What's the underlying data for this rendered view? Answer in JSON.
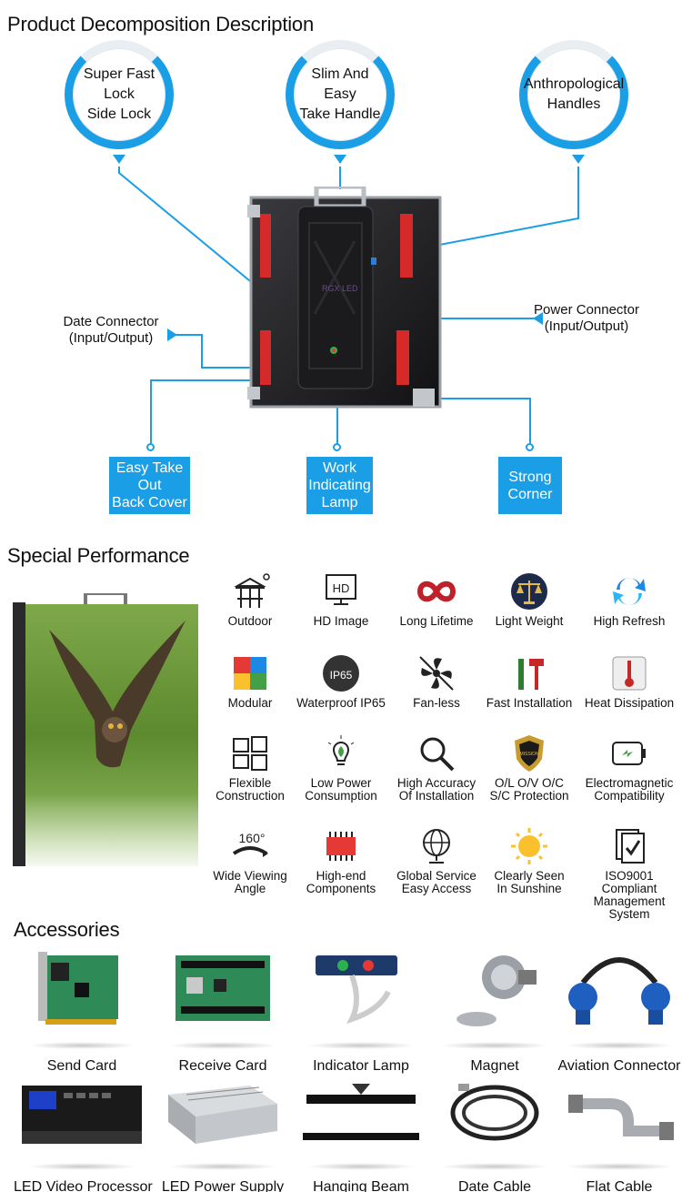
{
  "decomposition": {
    "title": "Product Decomposition Description",
    "circles": [
      {
        "label": "Super Fast\nLock\nSide Lock"
      },
      {
        "label": "Slim And Easy\nTake Handle"
      },
      {
        "label": "Anthropological\nHandles"
      }
    ],
    "left_callout": "Date Connector\n(Input/Output)",
    "right_callout": "Power Connector\n(Input/Output)",
    "boxes": [
      {
        "label": "Easy Take\nOut\nBack Cover"
      },
      {
        "label": "Work\nIndicating\nLamp"
      },
      {
        "label": "Strong\nCorner"
      }
    ],
    "cabinet_brand": "RGX LED",
    "accent_color": "#1a9ee6"
  },
  "performance": {
    "title": "Special Performance",
    "features": [
      {
        "label": "Outdoor",
        "icon": "pavilion-sun-icon"
      },
      {
        "label": "HD Image",
        "icon": "hd-monitor-icon",
        "badge": "HD"
      },
      {
        "label": "Long Lifetime",
        "icon": "infinity-icon"
      },
      {
        "label": "Light Weight",
        "icon": "scales-icon"
      },
      {
        "label": "High Refresh",
        "icon": "refresh-icon"
      },
      {
        "label": "Modular",
        "icon": "puzzle-icon"
      },
      {
        "label": "Waterproof IP65",
        "icon": "ip65-icon",
        "badge": "IP65"
      },
      {
        "label": "Fan-less",
        "icon": "fan-icon"
      },
      {
        "label": "Fast Installation",
        "icon": "tools-icon"
      },
      {
        "label": "Heat Dissipation",
        "icon": "thermometer-icon"
      },
      {
        "label": "Flexible\nConstruction",
        "icon": "windows-grid-icon"
      },
      {
        "label": "Low Power\nConsumption",
        "icon": "bulb-leaf-icon"
      },
      {
        "label": "High Accuracy\nOf Installation",
        "icon": "magnifier-icon"
      },
      {
        "label": "O/L O/V O/C\nS/C Protection",
        "icon": "shield-icon",
        "badge": "MISSION"
      },
      {
        "label": "Electromagnetic\nCompatibility",
        "icon": "battery-icon"
      },
      {
        "label": "Wide Viewing\nAngle",
        "icon": "viewing-angle-icon",
        "badge": "160°"
      },
      {
        "label": "High-end\nComponents",
        "icon": "chip-icon"
      },
      {
        "label": "Global Service\nEasy Access",
        "icon": "globe-icon"
      },
      {
        "label": "Clearly Seen\nIn Sunshine",
        "icon": "sun-icon"
      },
      {
        "label": "ISO9001 Compliant\nManagement System",
        "icon": "documents-check-icon"
      }
    ]
  },
  "accessories": {
    "title": "Accessories",
    "items": [
      {
        "label": "Send Card",
        "icon": "send-card-icon"
      },
      {
        "label": "Receive Card",
        "icon": "receive-card-icon"
      },
      {
        "label": "Indicator Lamp",
        "icon": "indicator-lamp-icon"
      },
      {
        "label": "Magnet",
        "icon": "magnet-icon"
      },
      {
        "label": "Aviation Connector",
        "icon": "aviation-connector-icon"
      },
      {
        "label": "LED Video Processor",
        "icon": "video-processor-icon"
      },
      {
        "label": "LED Power Supply",
        "icon": "power-supply-icon"
      },
      {
        "label": "Hanging Beam",
        "icon": "hanging-beam-icon"
      },
      {
        "label": "Date Cable",
        "icon": "date-cable-icon"
      },
      {
        "label": "Flat Cable",
        "icon": "flat-cable-icon"
      }
    ]
  }
}
